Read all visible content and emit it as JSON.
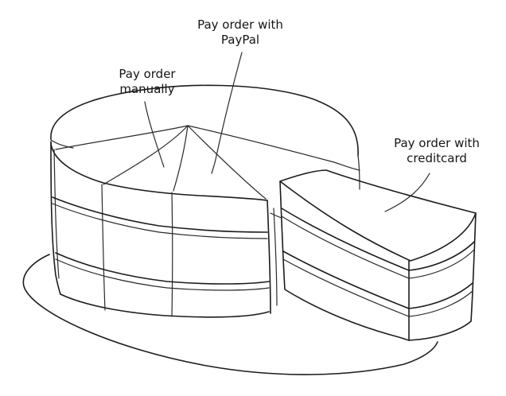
{
  "labels": {
    "paypal": [
      "Pay order with",
      "PayPal"
    ],
    "manual": [
      "Pay order",
      "manually"
    ],
    "creditcard": [
      "Pay order with",
      "creditcard"
    ]
  }
}
